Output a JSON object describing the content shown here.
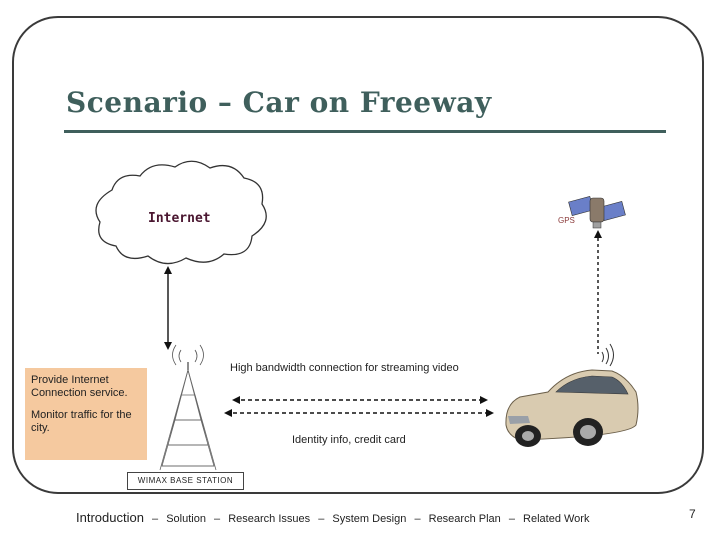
{
  "slide": {
    "title": "Scenario – Car on Freeway",
    "page_number": "7"
  },
  "diagram": {
    "cloud_label": "Internet",
    "gps_label": "GPS",
    "bandwidth_label": "High bandwidth connection for streaming video",
    "identity_label": "Identity info, credit card",
    "base_station_label": "WIMAX BASE STATION",
    "info_box": {
      "line1": "Provide Internet Connection service.",
      "line2": "Monitor traffic for the city."
    }
  },
  "nav": {
    "items": [
      "Introduction",
      "Solution",
      "Research Issues",
      "System Design",
      "Research Plan",
      "Related Work"
    ],
    "separator": "–"
  },
  "colors": {
    "title": "#3f5f5c",
    "info_box_bg": "#f5c99f",
    "cloud_label": "#4a1630",
    "car_body": "#d9cbb0"
  }
}
